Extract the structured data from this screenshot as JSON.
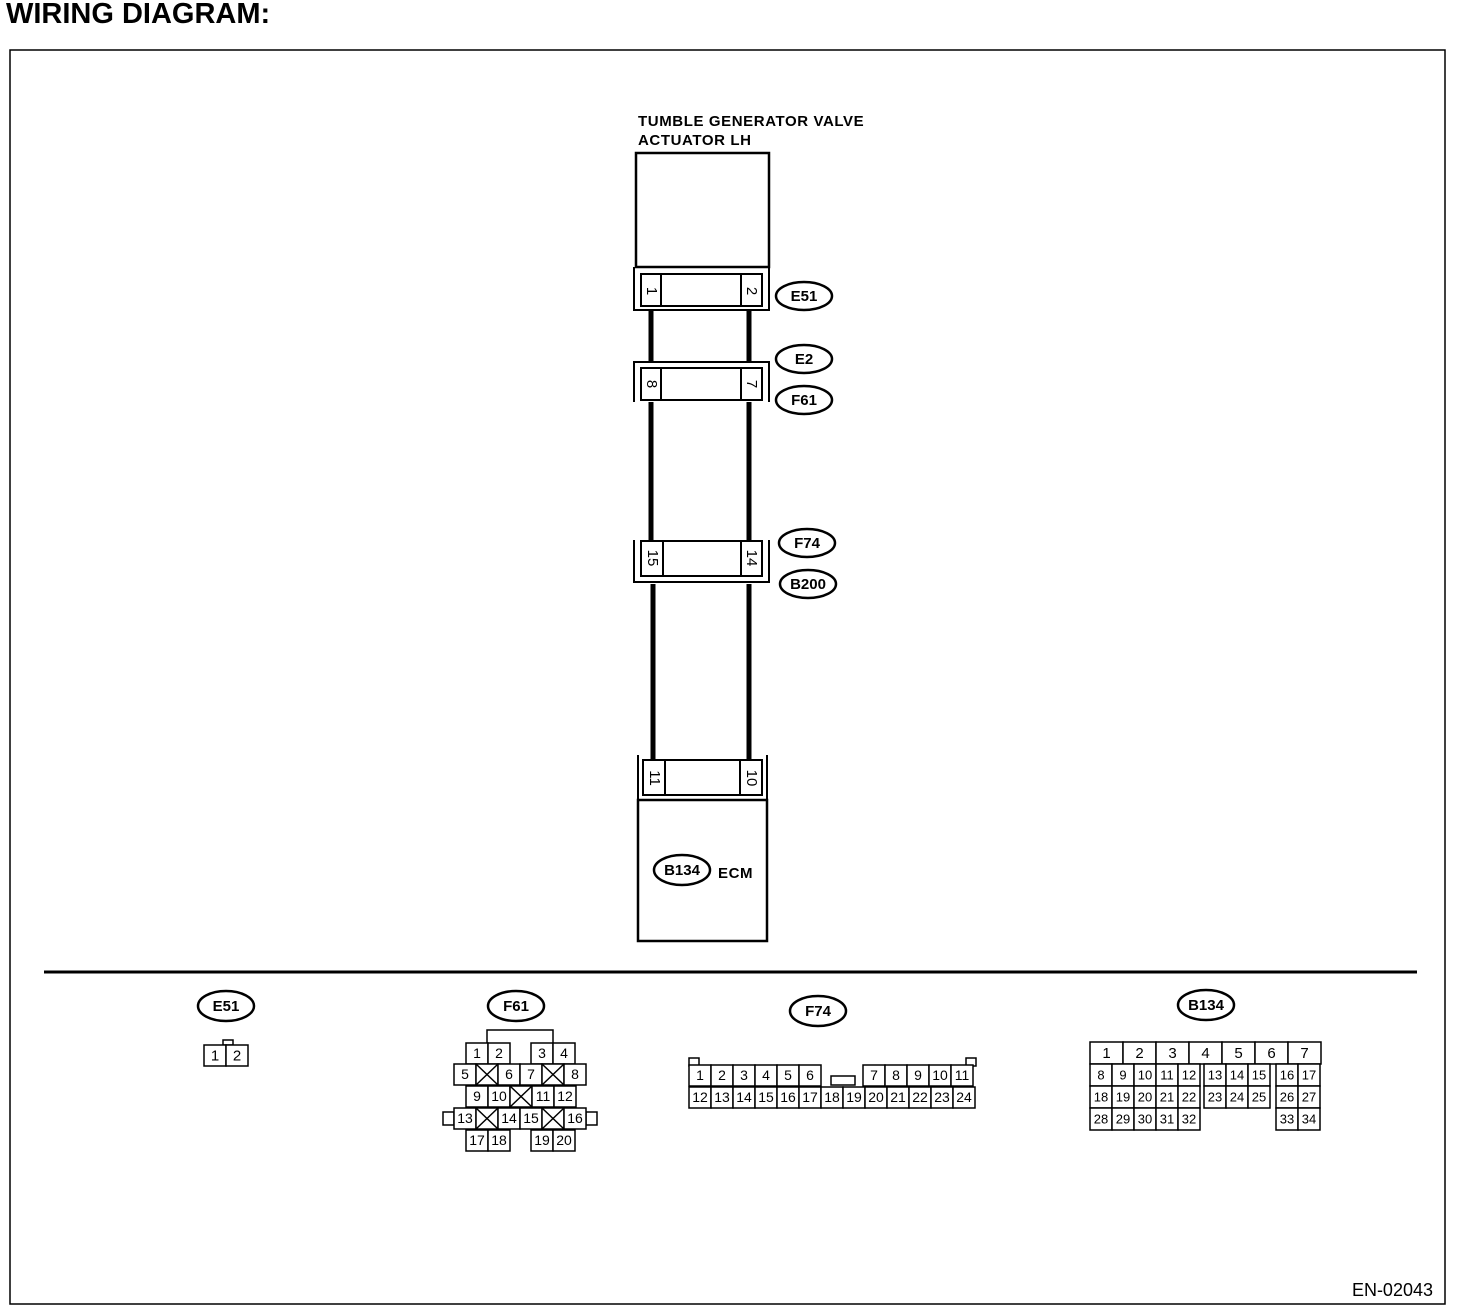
{
  "page": {
    "title": "WIRING DIAGRAM:",
    "code": "EN-02043"
  },
  "diagram": {
    "component_top": {
      "line1": "TUMBLE GENERATOR VALVE",
      "line2": "ACTUATOR LH"
    },
    "component_bottom": {
      "tag": "B134",
      "label": "ECM"
    },
    "connectors": [
      {
        "tags": [
          "E51"
        ],
        "pins": [
          "1",
          "2"
        ]
      },
      {
        "tags": [
          "E2",
          "F61"
        ],
        "pins": [
          "8",
          "7"
        ]
      },
      {
        "tags": [
          "F74",
          "B200"
        ],
        "pins": [
          "15",
          "14"
        ]
      },
      {
        "tags": [
          "B134"
        ],
        "pins": [
          "11",
          "10"
        ]
      }
    ]
  },
  "connector_views": {
    "e51": {
      "tag": "E51",
      "rows": [
        [
          "1",
          "2"
        ]
      ]
    },
    "f61": {
      "tag": "F61",
      "rows": [
        [
          "1",
          "2",
          "3",
          "4"
        ],
        [
          "5",
          "6",
          "7",
          "8"
        ],
        [
          "9",
          "10",
          "11",
          "12"
        ],
        [
          "13",
          "14",
          "15",
          "16"
        ],
        [
          "17",
          "18",
          "19",
          "20"
        ]
      ]
    },
    "f74": {
      "tag": "F74",
      "rows": [
        [
          "1",
          "2",
          "3",
          "4",
          "5",
          "6",
          "7",
          "8",
          "9",
          "10",
          "11"
        ],
        [
          "12",
          "13",
          "14",
          "15",
          "16",
          "17",
          "18",
          "19",
          "20",
          "21",
          "22",
          "23",
          "24"
        ]
      ]
    },
    "b134": {
      "tag": "B134",
      "rows": [
        [
          "1",
          "2",
          "3",
          "4",
          "5",
          "6",
          "7"
        ],
        [
          "8",
          "9",
          "10",
          "11",
          "12",
          "13",
          "14",
          "15",
          "16",
          "17"
        ],
        [
          "18",
          "19",
          "20",
          "21",
          "22",
          "23",
          "24",
          "25",
          "26",
          "27"
        ],
        [
          "28",
          "29",
          "30",
          "31",
          "32",
          "33",
          "34"
        ]
      ]
    }
  }
}
